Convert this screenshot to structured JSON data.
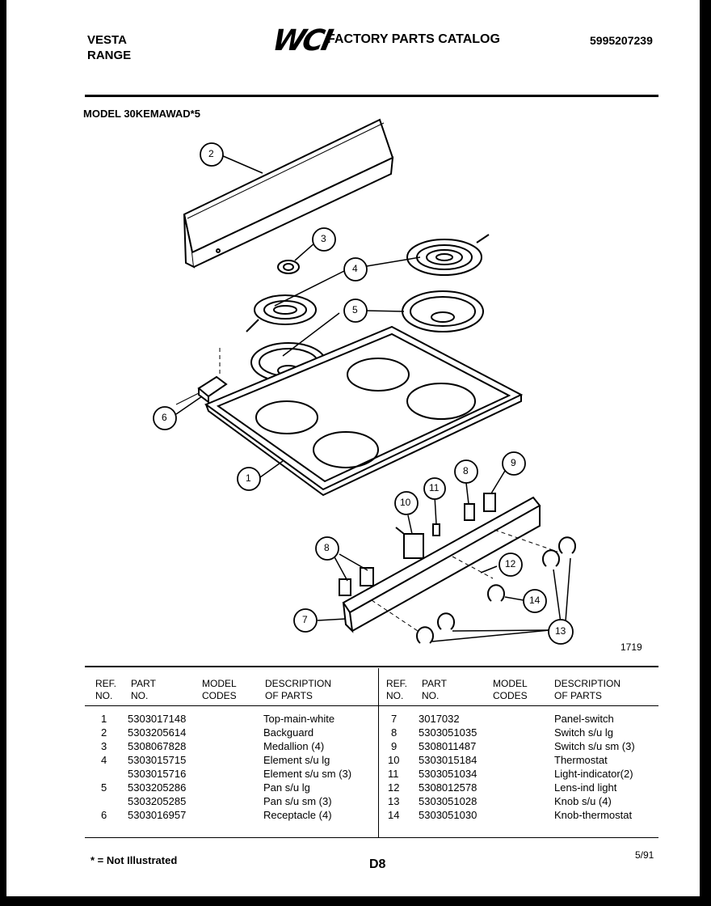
{
  "header": {
    "brand_line1": "VESTA",
    "brand_line2": "RANGE",
    "logo_text": "WCI",
    "catalog_title": "FACTORY PARTS CATALOG",
    "catalog_number": "5995207239"
  },
  "model_label": "MODEL 30KEMAWAD*5",
  "diagram": {
    "callouts": [
      "1",
      "2",
      "3",
      "4",
      "5",
      "6",
      "7",
      "8",
      "8",
      "9",
      "10",
      "11",
      "12",
      "13",
      "14"
    ],
    "figure_number": "1719"
  },
  "table": {
    "headers": {
      "ref": [
        "REF.",
        "NO."
      ],
      "part": [
        "PART",
        "NO."
      ],
      "model": [
        "MODEL",
        "CODES"
      ],
      "desc": [
        "DESCRIPTION",
        "OF PARTS"
      ]
    },
    "left": [
      {
        "ref": "1",
        "part": "5303017148",
        "model": "",
        "desc": "Top-main-white"
      },
      {
        "ref": "2",
        "part": "5303205614",
        "model": "",
        "desc": "Backguard"
      },
      {
        "ref": "3",
        "part": "5308067828",
        "model": "",
        "desc": "Medallion (4)"
      },
      {
        "ref": "4",
        "part": "5303015715",
        "model": "",
        "desc": "Element s/u lg"
      },
      {
        "ref": "",
        "part": "5303015716",
        "model": "",
        "desc": "Element s/u sm (3)"
      },
      {
        "ref": "5",
        "part": "5303205286",
        "model": "",
        "desc": "Pan s/u lg"
      },
      {
        "ref": "",
        "part": "5303205285",
        "model": "",
        "desc": "Pan s/u sm (3)"
      },
      {
        "ref": "6",
        "part": "5303016957",
        "model": "",
        "desc": "Receptacle (4)"
      }
    ],
    "right": [
      {
        "ref": "7",
        "part": "3017032",
        "model": "",
        "desc": "Panel-switch"
      },
      {
        "ref": "8",
        "part": "5303051035",
        "model": "",
        "desc": "Switch s/u lg"
      },
      {
        "ref": "9",
        "part": "5308011487",
        "model": "",
        "desc": "Switch s/u sm (3)"
      },
      {
        "ref": "10",
        "part": "5303015184",
        "model": "",
        "desc": "Thermostat"
      },
      {
        "ref": "11",
        "part": "5303051034",
        "model": "",
        "desc": "Light-indicator(2)"
      },
      {
        "ref": "12",
        "part": "5308012578",
        "model": "",
        "desc": "Lens-ind light"
      },
      {
        "ref": "13",
        "part": "5303051028",
        "model": "",
        "desc": "Knob s/u (4)"
      },
      {
        "ref": "14",
        "part": "5303051030",
        "model": "",
        "desc": "Knob-thermostat"
      }
    ]
  },
  "footer": {
    "note": "* = Not Illustrated",
    "page_id": "D8",
    "date": "5/91"
  }
}
